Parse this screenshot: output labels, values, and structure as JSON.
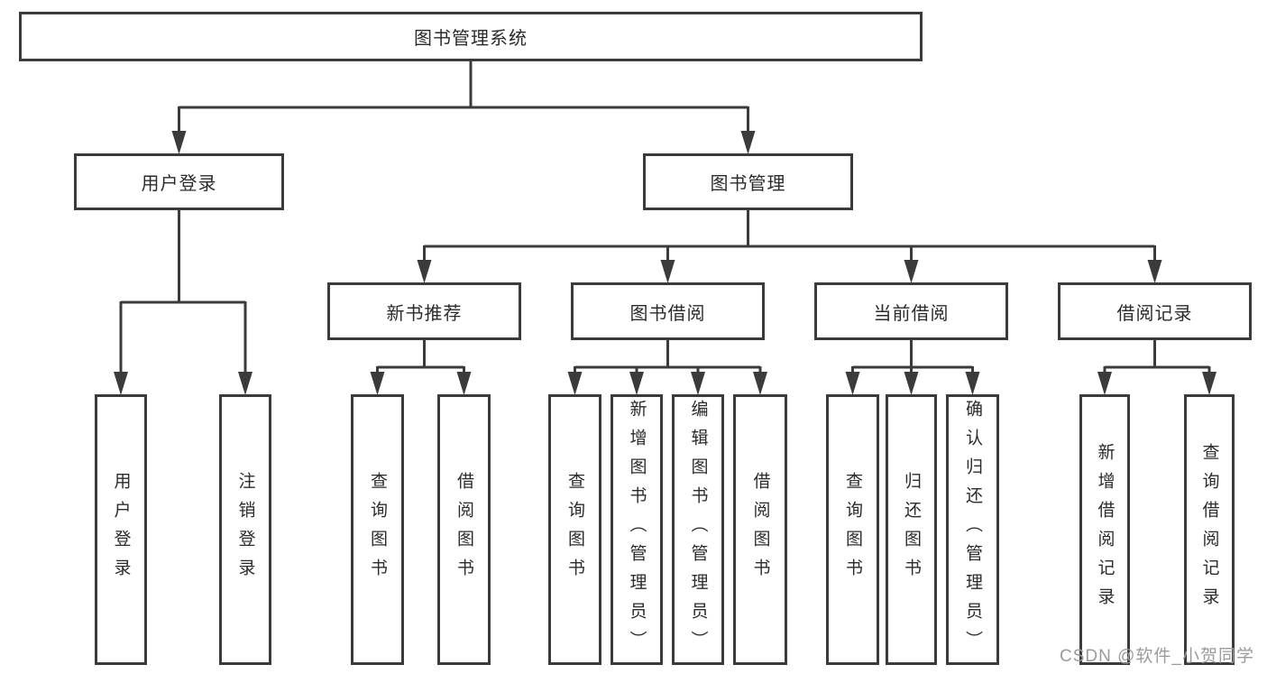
{
  "diagram": {
    "title": "图书管理系统",
    "type": "hierarchy-diagram",
    "watermark": "CSDN @软件_小贺同学",
    "colors": {
      "line": "#3b3b3b",
      "box_border": "#3b3b3b",
      "text": "#2b2b2b",
      "background": "#ffffff",
      "watermark_text": "#9b9b9b"
    },
    "nodes": {
      "root": {
        "label": "图书管理系统"
      },
      "user_login": {
        "label": "用户登录"
      },
      "book_mgmt": {
        "label": "图书管理"
      },
      "new_book_rec": {
        "label": "新书推荐"
      },
      "book_borrow": {
        "label": "图书借阅"
      },
      "current_borrow": {
        "label": "当前借阅"
      },
      "borrow_record": {
        "label": "借阅记录"
      },
      "leaf_user_login": {
        "label": "用户登录"
      },
      "leaf_logout": {
        "label": "注销登录"
      },
      "nb_query": {
        "label": "查询图书"
      },
      "nb_borrow": {
        "label": "借阅图书"
      },
      "bb_query": {
        "label": "查询图书"
      },
      "bb_add": {
        "label": "新增图书（管理员）"
      },
      "bb_edit": {
        "label": "编辑图书（管理员）"
      },
      "bb_borrow": {
        "label": "借阅图书"
      },
      "cb_query": {
        "label": "查询图书"
      },
      "cb_return": {
        "label": "归还图书"
      },
      "cb_confirm": {
        "label": "确认归还（管理员）"
      },
      "br_add": {
        "label": "新增借阅记录"
      },
      "br_query": {
        "label": "查询借阅记录"
      }
    },
    "hierarchy": {
      "图书管理系统": {
        "用户登录": [
          "用户登录",
          "注销登录"
        ],
        "图书管理": {
          "新书推荐": [
            "查询图书",
            "借阅图书"
          ],
          "图书借阅": [
            "查询图书",
            "新增图书（管理员）",
            "编辑图书（管理员）",
            "借阅图书"
          ],
          "当前借阅": [
            "查询图书",
            "归还图书",
            "确认归还（管理员）"
          ],
          "借阅记录": [
            "新增借阅记录",
            "查询借阅记录"
          ]
        }
      }
    }
  }
}
